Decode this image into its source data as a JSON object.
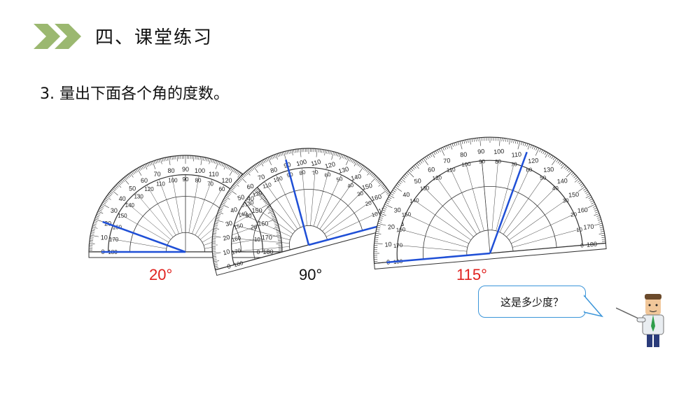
{
  "header": {
    "section_title": "四、课堂练习",
    "chevron_color": "#9bb870"
  },
  "question": {
    "text": "3. 量出下面各个角的度数。"
  },
  "answers": {
    "first": "20°",
    "second": "90°",
    "third": "115°"
  },
  "speech_bubble": {
    "text": "这是多少度？"
  },
  "colors": {
    "answer": "#e0221f",
    "angle_ray": "#1f4fd6",
    "bubble_border": "#3b95d9"
  },
  "protractor_scale": {
    "outer": [
      "0",
      "10",
      "20",
      "30",
      "40",
      "50",
      "60",
      "70",
      "80",
      "90",
      "100",
      "110",
      "120",
      "130",
      "140",
      "150",
      "160",
      "170",
      "180"
    ],
    "inner": [
      "180",
      "170",
      "160",
      "150",
      "140",
      "130",
      "120",
      "110",
      "100",
      "90",
      "80",
      "70",
      "60",
      "50",
      "40",
      "30",
      "20",
      "10",
      "0"
    ]
  },
  "angles": [
    {
      "name": "angle-1",
      "degrees": 20
    },
    {
      "name": "angle-2",
      "degrees": 90
    },
    {
      "name": "angle-3",
      "degrees": 115
    }
  ]
}
